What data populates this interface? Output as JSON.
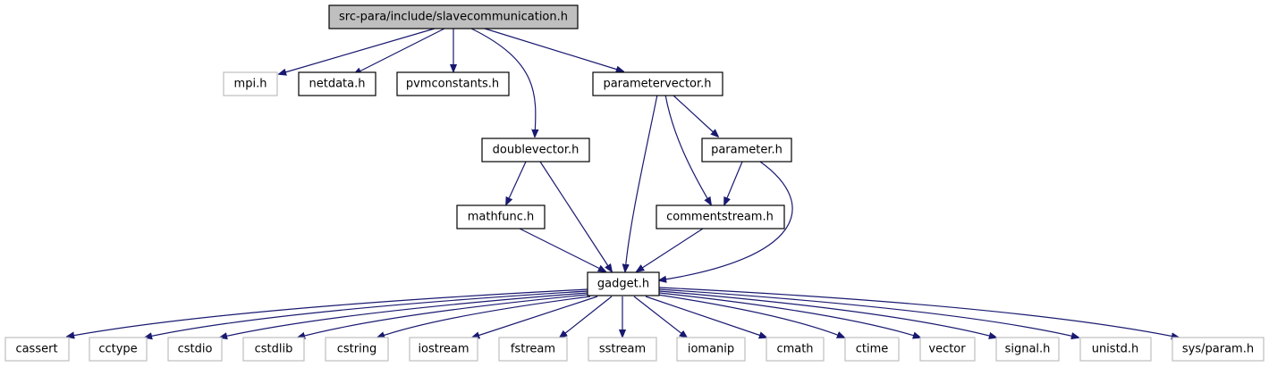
{
  "colors": {
    "edge": "#191970",
    "root_fill": "#bfbfbf",
    "system_border": "#bfbfbf",
    "project_border": "#000000"
  },
  "nodes": {
    "root": "src-para/include/slavecommunication.h",
    "mpi": "mpi.h",
    "netdata": "netdata.h",
    "pvmconstants": "pvmconstants.h",
    "parametervector": "parametervector.h",
    "doublevector": "doublevector.h",
    "parameter": "parameter.h",
    "mathfunc": "mathfunc.h",
    "commentstream": "commentstream.h",
    "gadget": "gadget.h",
    "cassert": "cassert",
    "cctype": "cctype",
    "cstdio": "cstdio",
    "cstdlib": "cstdlib",
    "cstring": "cstring",
    "iostream": "iostream",
    "fstream": "fstream",
    "sstream": "sstream",
    "iomanip": "iomanip",
    "cmath": "cmath",
    "ctime": "ctime",
    "vector": "vector",
    "signal": "signal.h",
    "unistd": "unistd.h",
    "sysparam": "sys/param.h"
  }
}
